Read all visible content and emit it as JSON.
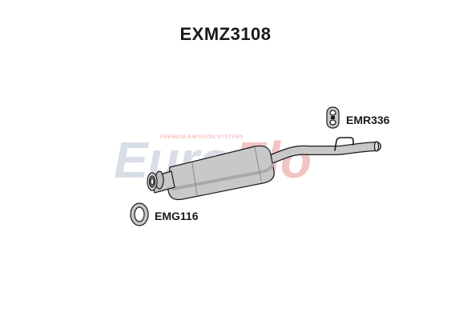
{
  "title": "EXMZ3108",
  "watermark": {
    "brand_left": "Euro",
    "brand_right": "Flo",
    "tagline": "PREMIUM EMISSION SYSTEMS",
    "colors": {
      "brand_left": "#d9dde6",
      "brand_right": "#f2c4c4",
      "tagline": "#e9a3a3"
    }
  },
  "parts": [
    {
      "code": "EMR336",
      "icon": "rubber-hanger-icon"
    },
    {
      "code": "EMG116",
      "icon": "gasket-ring-icon"
    }
  ],
  "main_part": {
    "icon": "exhaust-silencer-icon"
  },
  "colors": {
    "line": "#1a1a1a",
    "body_fill": "#c8c8c8",
    "body_shade": "#a9a9a9"
  }
}
